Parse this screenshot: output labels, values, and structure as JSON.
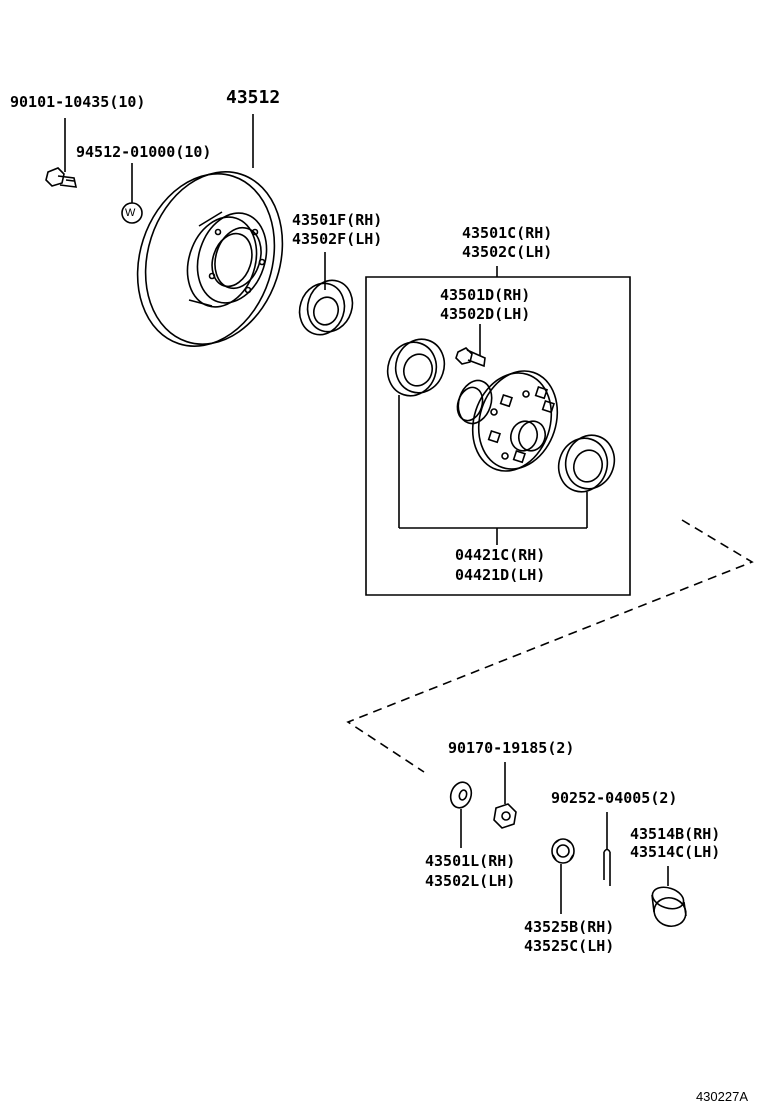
{
  "parts": {
    "bolt": "90101-10435(10)",
    "washer": "94512-01000(10)",
    "washer_mark": "W",
    "rotor": "43512",
    "seal_outer": [
      "43501F(RH)",
      "43502F(LH)"
    ],
    "hub_sub_assy": [
      "43501C(RH)",
      "43502C(LH)"
    ],
    "hub_bolt": [
      "43501D(RH)",
      "43502D(LH)"
    ],
    "bearing_set": [
      "04421C(RH)",
      "04421D(LH)"
    ],
    "nut": "90170-19185(2)",
    "cotter_pin": "90252-04005(2)",
    "washer_claw": [
      "43501L(RH)",
      "43502L(LH)"
    ],
    "lock_cap": [
      "43525B(RH)",
      "43525C(LH)"
    ],
    "grease_cap": [
      "43514B(RH)",
      "43514C(LH)"
    ]
  },
  "drawing_id": "430227A"
}
